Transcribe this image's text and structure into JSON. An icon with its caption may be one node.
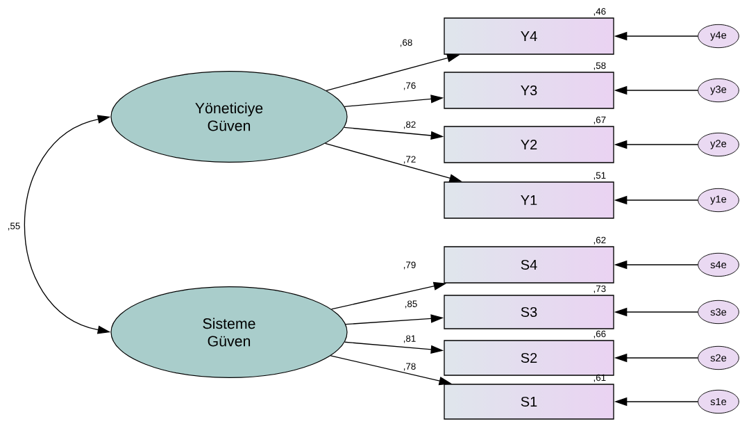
{
  "diagram": {
    "nodes": [
      {
        "text": [
          "Yöneticiye Güven"
        ]
      },
      {
        "text": [
          "Sisteme Güven"
        ]
      },
      {
        "text": [
          "Y4"
        ],
        "beside": [
          ",46"
        ]
      },
      {
        "text": [
          "Y3"
        ],
        "beside": [
          ",58"
        ]
      },
      {
        "text": [
          "Y2"
        ],
        "beside": [
          ",67"
        ]
      },
      {
        "text": [
          "Y1"
        ],
        "beside": [
          ",51"
        ]
      },
      {
        "text": [
          "S4"
        ],
        "beside": [
          ",62"
        ]
      },
      {
        "text": [
          "S3"
        ],
        "beside": [
          ",73"
        ]
      },
      {
        "text": [
          "S2"
        ],
        "beside": [
          ",66"
        ]
      },
      {
        "text": [
          "S1"
        ],
        "beside": [
          ",61"
        ]
      },
      {
        "text": [
          "y4e"
        ]
      },
      {
        "text": [
          "y3e"
        ]
      },
      {
        "text": [
          "y2e"
        ]
      },
      {
        "text": [
          "y1e"
        ]
      },
      {
        "text": [
          "s4e"
        ]
      },
      {
        "text": [
          "s3e"
        ]
      },
      {
        "text": [
          "s2e"
        ]
      },
      {
        "text": [
          "s1e"
        ]
      }
    ],
    "edges": [
      {
        "from": 0,
        "to": 2,
        "arrow": "to",
        "label": ",68"
      },
      {
        "from": 0,
        "to": 3,
        "arrow": "to",
        "label": ",76"
      },
      {
        "from": 0,
        "to": 4,
        "arrow": "to",
        "label": ",82"
      },
      {
        "from": 0,
        "to": 5,
        "arrow": "to",
        "label": ",72"
      },
      {
        "from": 1,
        "to": 6,
        "arrow": "to",
        "label": ",79"
      },
      {
        "from": 1,
        "to": 7,
        "arrow": "to",
        "label": ",85"
      },
      {
        "from": 1,
        "to": 8,
        "arrow": "to",
        "label": ",81"
      },
      {
        "from": 1,
        "to": 9,
        "arrow": "to",
        "label": ",78"
      },
      {
        "from": 10,
        "to": 2,
        "arrow": "to"
      },
      {
        "from": 11,
        "to": 3,
        "arrow": "to"
      },
      {
        "from": 12,
        "to": 4,
        "arrow": "to"
      },
      {
        "from": 13,
        "to": 5,
        "arrow": "to"
      },
      {
        "from": 14,
        "to": 6,
        "arrow": "to"
      },
      {
        "from": 15,
        "to": 7,
        "arrow": "to"
      },
      {
        "from": 16,
        "to": 8,
        "arrow": "to"
      },
      {
        "from": 17,
        "to": 9,
        "arrow": "to"
      },
      {
        "from": 0,
        "to": 1,
        "arrow": "both",
        "label": ",55"
      }
    ]
  }
}
